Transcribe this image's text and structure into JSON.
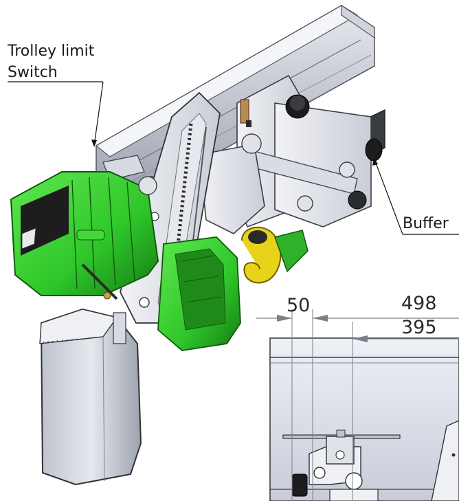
{
  "labels": {
    "trolley_line1": "Trolley limit",
    "trolley_line2": "Switch",
    "buffer": "Buffer"
  },
  "dimensions": {
    "gap": "50",
    "overall": "498",
    "offset": "395"
  },
  "colors": {
    "motor_green": "#2fc62a",
    "hook_yellow": "#e8d21a",
    "steel_light": "#d4d8e0",
    "steel_mid": "#a9afba",
    "dark_part": "#2a2a2a"
  }
}
